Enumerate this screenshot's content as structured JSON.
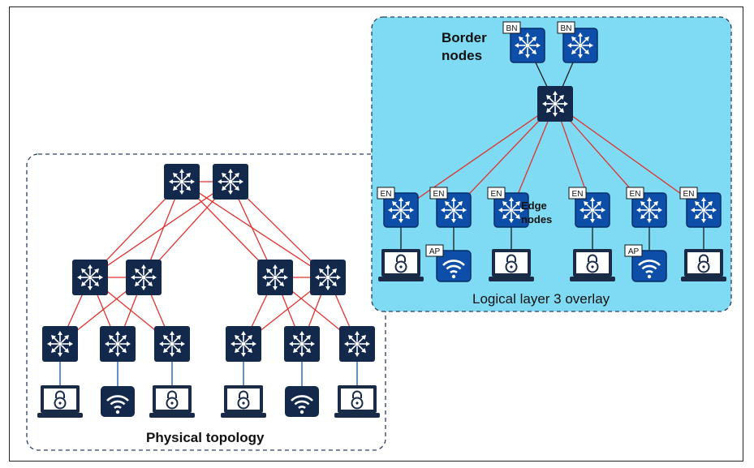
{
  "labels": {
    "physical": "Physical topology",
    "overlay": "Logical layer 3 overlay",
    "border_line1": "Border",
    "border_line2": "nodes",
    "edge_line1": "Edge",
    "edge_line2": "nodes"
  },
  "tags": {
    "border_node": "BN",
    "edge_node": "EN",
    "access_point": "AP"
  },
  "colors": {
    "dark_switch": "#13294b",
    "blue_switch": "#0d4ea8",
    "overlay_bg": "#7fdbf3",
    "red_link": "#e0332f",
    "blue_link": "#1f5fbf",
    "dark_link": "#1b1b1b"
  },
  "icons": [
    "switch-icon",
    "laptop-lock-icon",
    "wifi-ap-icon"
  ]
}
